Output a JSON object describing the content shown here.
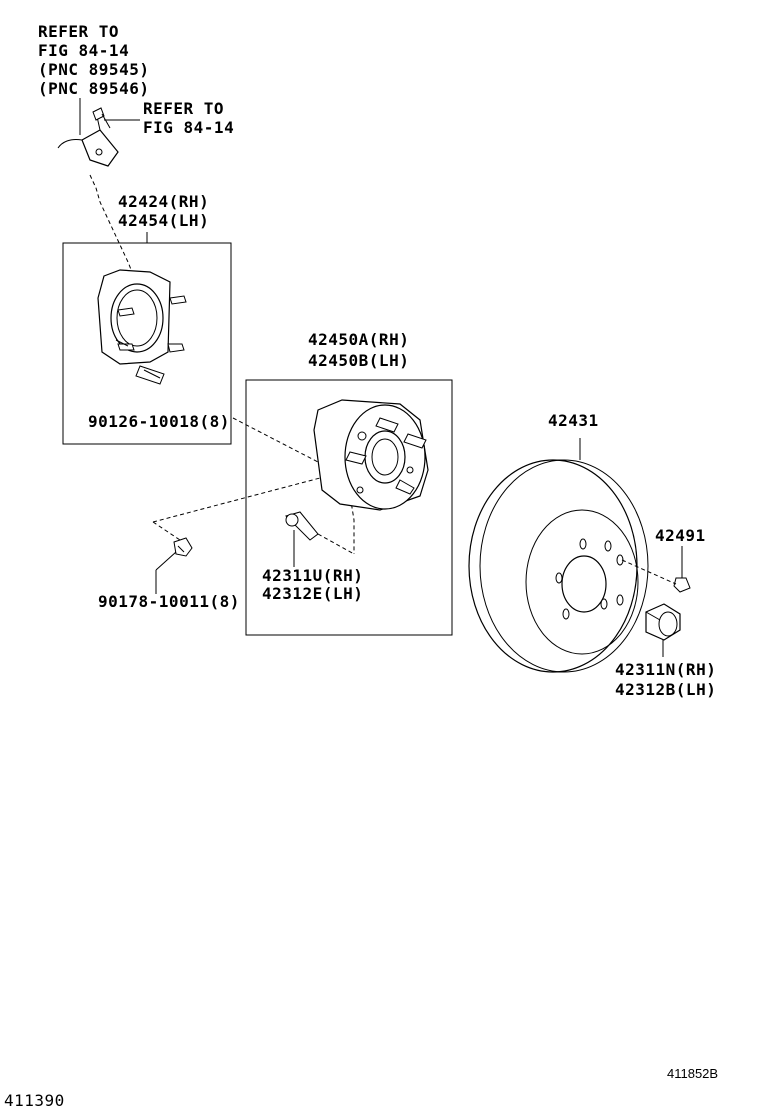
{
  "callouts": {
    "sensor_ref_1": "REFER TO",
    "sensor_ref_2": "FIG 84-14",
    "sensor_ref_3": "(PNC 89545)",
    "sensor_ref_4": "(PNC 89546)",
    "bolt_ref_1": "REFER TO",
    "bolt_ref_2": "FIG 84-14",
    "carrier_rh": "42424(RH)",
    "carrier_lh": "42454(LH)",
    "carrier_bolt": "90126-10018(8)",
    "hub_rh": "42450A(RH)",
    "hub_lh": "42450B(LH)",
    "hub_bolt_rh": "42311U(RH)",
    "hub_bolt_lh": "42312E(LH)",
    "nut": "90178-10011(8)",
    "disc": "42431",
    "plug": "42491",
    "wheel_nut_rh": "42311N(RH)",
    "wheel_nut_lh": "42312B(LH)"
  },
  "footer": {
    "drawing_no": "411852B",
    "page_code": "411390"
  }
}
